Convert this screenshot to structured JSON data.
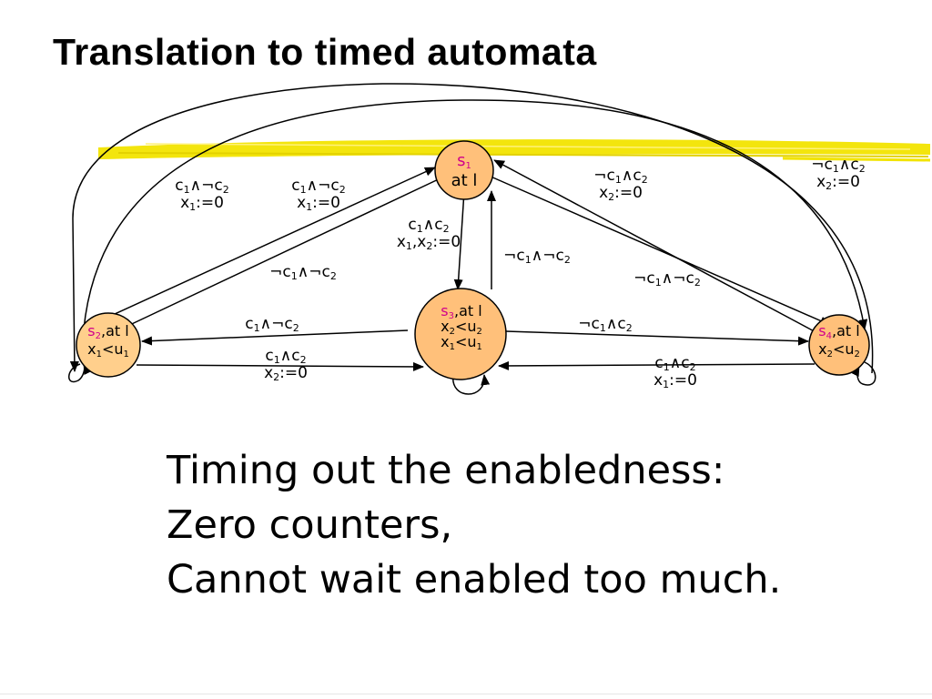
{
  "slide": {
    "title": "Translation to timed automata",
    "body_lines": [
      "Timing out the enabledness:",
      "Zero counters,",
      "Cannot wait enabled too much."
    ]
  },
  "states": {
    "s1": {
      "name_base": "s",
      "name_sub": "1",
      "lines": [
        "at l"
      ]
    },
    "s2": {
      "name_base": "s",
      "name_sub": "2",
      "suffix": ",at l",
      "clock": "x",
      "clock_sub": "1",
      "rel": "<u",
      "bound_sub": "1"
    },
    "s3": {
      "name_base": "s",
      "name_sub": "3",
      "suffix": ",at l",
      "constraints": [
        {
          "clock": "x",
          "clock_sub": "2",
          "rel": "<u",
          "bound_sub": "2"
        },
        {
          "clock": "x",
          "clock_sub": "1",
          "rel": "<u",
          "bound_sub": "1"
        }
      ]
    },
    "s4": {
      "name_base": "s",
      "name_sub": "4",
      "suffix": ",at l",
      "clock": "x",
      "clock_sub": "2",
      "rel": "<u",
      "bound_sub": "2"
    }
  },
  "symbols": {
    "and": "∧",
    "not": "¬",
    "var": "c",
    "clock": "x"
  },
  "resets": {
    "x1": ":=0",
    "x2": ":=0",
    "x12": ":=0"
  },
  "colors": {
    "state_fill": "#ffc07a",
    "state_fill_s2": "#ffcf8c",
    "state_stroke": "#000000",
    "state_name": "#d0008a",
    "highlight": "#f2e400"
  }
}
